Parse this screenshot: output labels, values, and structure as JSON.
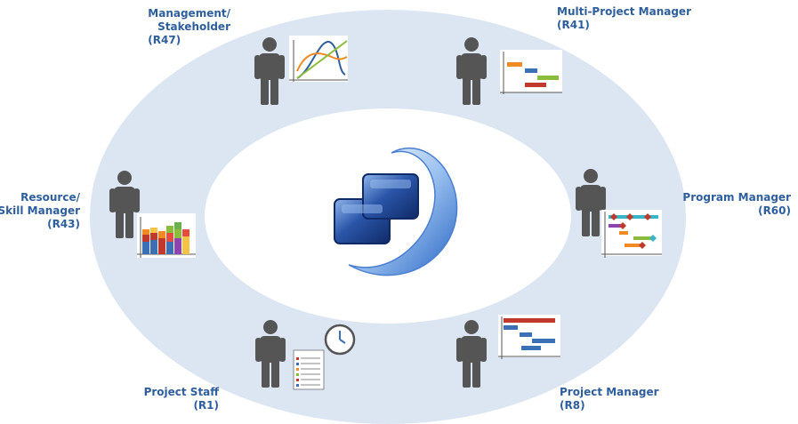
{
  "roles": [
    {
      "id": "management",
      "line1": "Management/",
      "line2": "Stakeholder",
      "code": "(R47)"
    },
    {
      "id": "multi-project",
      "line1": "Multi-Project Manager",
      "line2": "",
      "code": "(R41)"
    },
    {
      "id": "resource",
      "line1": "Resource/",
      "line2": "Skill Manager",
      "code": "(R43)"
    },
    {
      "id": "program",
      "line1": "Program Manager",
      "line2": "",
      "code": "(R60)"
    },
    {
      "id": "staff",
      "line1": "Project Staff",
      "line2": "",
      "code": "(R1)"
    },
    {
      "id": "project-manager",
      "line1": "Project Manager",
      "line2": "",
      "code": "(R8)"
    }
  ],
  "icons": {
    "person": "person-silhouette-icon",
    "logo": "interlocking-squares-logo",
    "clock": "clock-icon",
    "document": "document-icon"
  },
  "colors": {
    "ring": "#dce6f2",
    "label": "#2e5f9c",
    "person": "#555555",
    "logo_dark": "#1f3f80",
    "logo_light": "#6aa0e0"
  }
}
